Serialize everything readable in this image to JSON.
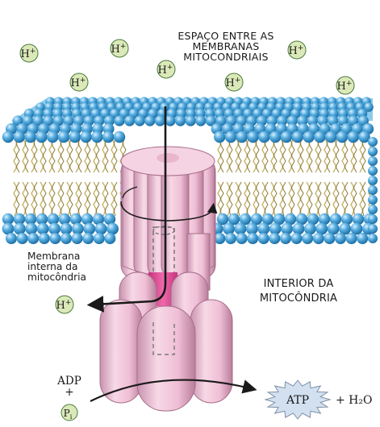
{
  "hydrogen_ion": {
    "symbol": "H",
    "charge": "+"
  },
  "labels": {
    "intermembrane_space": [
      "ESPAÇO ENTRE AS",
      "MEMBRANAS",
      "MITOCONDRIAIS"
    ],
    "inner_membrane": [
      "Membrana",
      "interna da",
      "mitocôndria"
    ],
    "matrix": [
      "INTERIOR DA",
      "MITOCÔNDRIA"
    ],
    "adp": "ADP",
    "plus": "+",
    "pi": "P",
    "pi_subscript": "i",
    "atp": "ATP",
    "water": "+ H₂O"
  },
  "colors": {
    "ion_fill": "#dbe9b9",
    "ion_stroke": "#4a7a3a",
    "phospholipid_head": "#52a9dd",
    "phospholipid_tail": "#d8c98a",
    "synthase": "#f2c6da",
    "synthase_dark": "#c98aa6",
    "proton_channel": "#e0509a",
    "atp_fill": "#d2e0f0"
  }
}
